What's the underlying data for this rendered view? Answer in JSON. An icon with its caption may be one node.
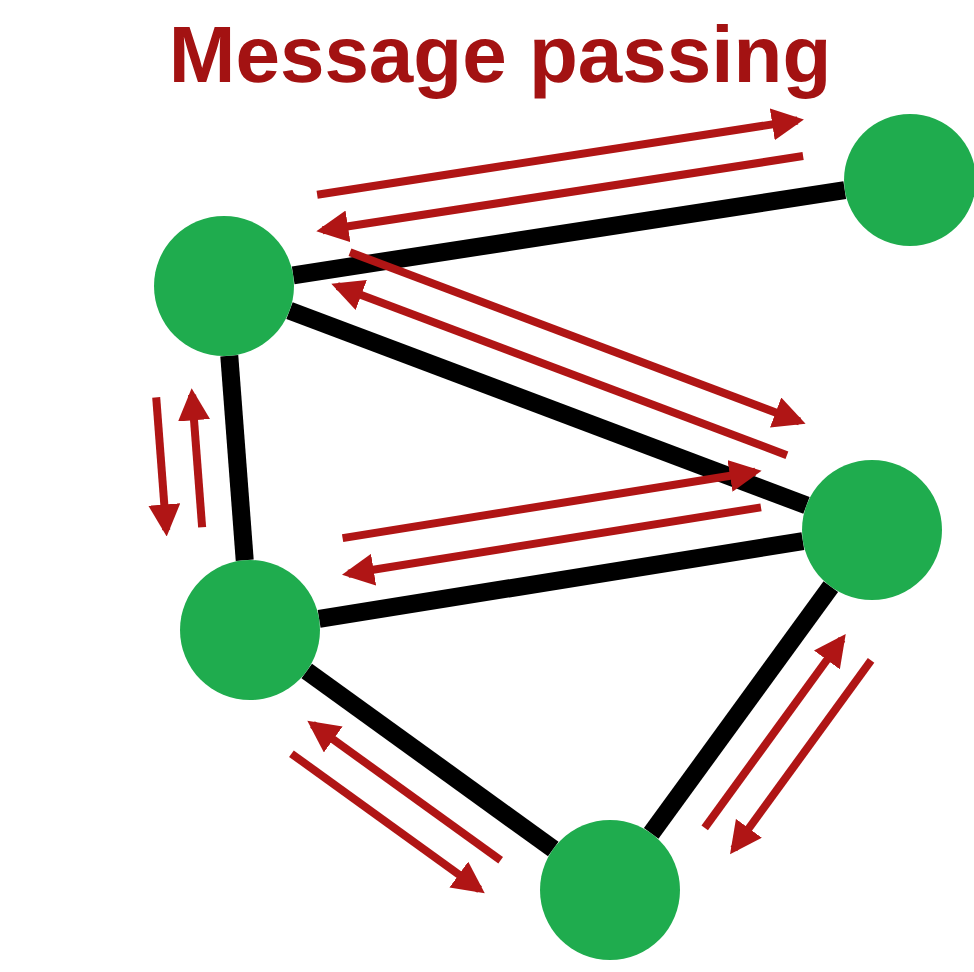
{
  "diagram": {
    "title": "Message passing",
    "nodes": [
      {
        "text": [],
        "shape": "circle"
      },
      {
        "text": [],
        "shape": "circle"
      },
      {
        "text": [],
        "shape": "circle"
      },
      {
        "text": [],
        "shape": "circle"
      },
      {
        "text": [],
        "shape": "circle"
      }
    ],
    "edges": [
      {
        "from": 0,
        "to": 1,
        "arrow": "none",
        "style": "thick",
        "color": "#000000"
      },
      {
        "from": 0,
        "to": 1,
        "arrow": "to"
      },
      {
        "from": 1,
        "to": 0,
        "arrow": "to"
      },
      {
        "from": 0,
        "to": 3,
        "arrow": "none",
        "style": "thick",
        "color": "#000000"
      },
      {
        "from": 0,
        "to": 3,
        "arrow": "to"
      },
      {
        "from": 3,
        "to": 0,
        "arrow": "to"
      },
      {
        "from": 0,
        "to": 2,
        "arrow": "none",
        "style": "thick",
        "color": "#000000"
      },
      {
        "from": 2,
        "to": 0,
        "arrow": "to"
      },
      {
        "from": 0,
        "to": 2,
        "arrow": "to"
      },
      {
        "from": 2,
        "to": 3,
        "arrow": "none",
        "style": "thick",
        "color": "#000000"
      },
      {
        "from": 2,
        "to": 3,
        "arrow": "to"
      },
      {
        "from": 3,
        "to": 2,
        "arrow": "to"
      },
      {
        "from": 2,
        "to": 4,
        "arrow": "none",
        "style": "thick",
        "color": "#000000"
      },
      {
        "from": 4,
        "to": 2,
        "arrow": "to"
      },
      {
        "from": 2,
        "to": 4,
        "arrow": "to"
      },
      {
        "from": 3,
        "to": 4,
        "arrow": "none",
        "style": "thick",
        "color": "#000000"
      },
      {
        "from": 4,
        "to": 3,
        "arrow": "to"
      },
      {
        "from": 3,
        "to": 4,
        "arrow": "to"
      }
    ]
  }
}
